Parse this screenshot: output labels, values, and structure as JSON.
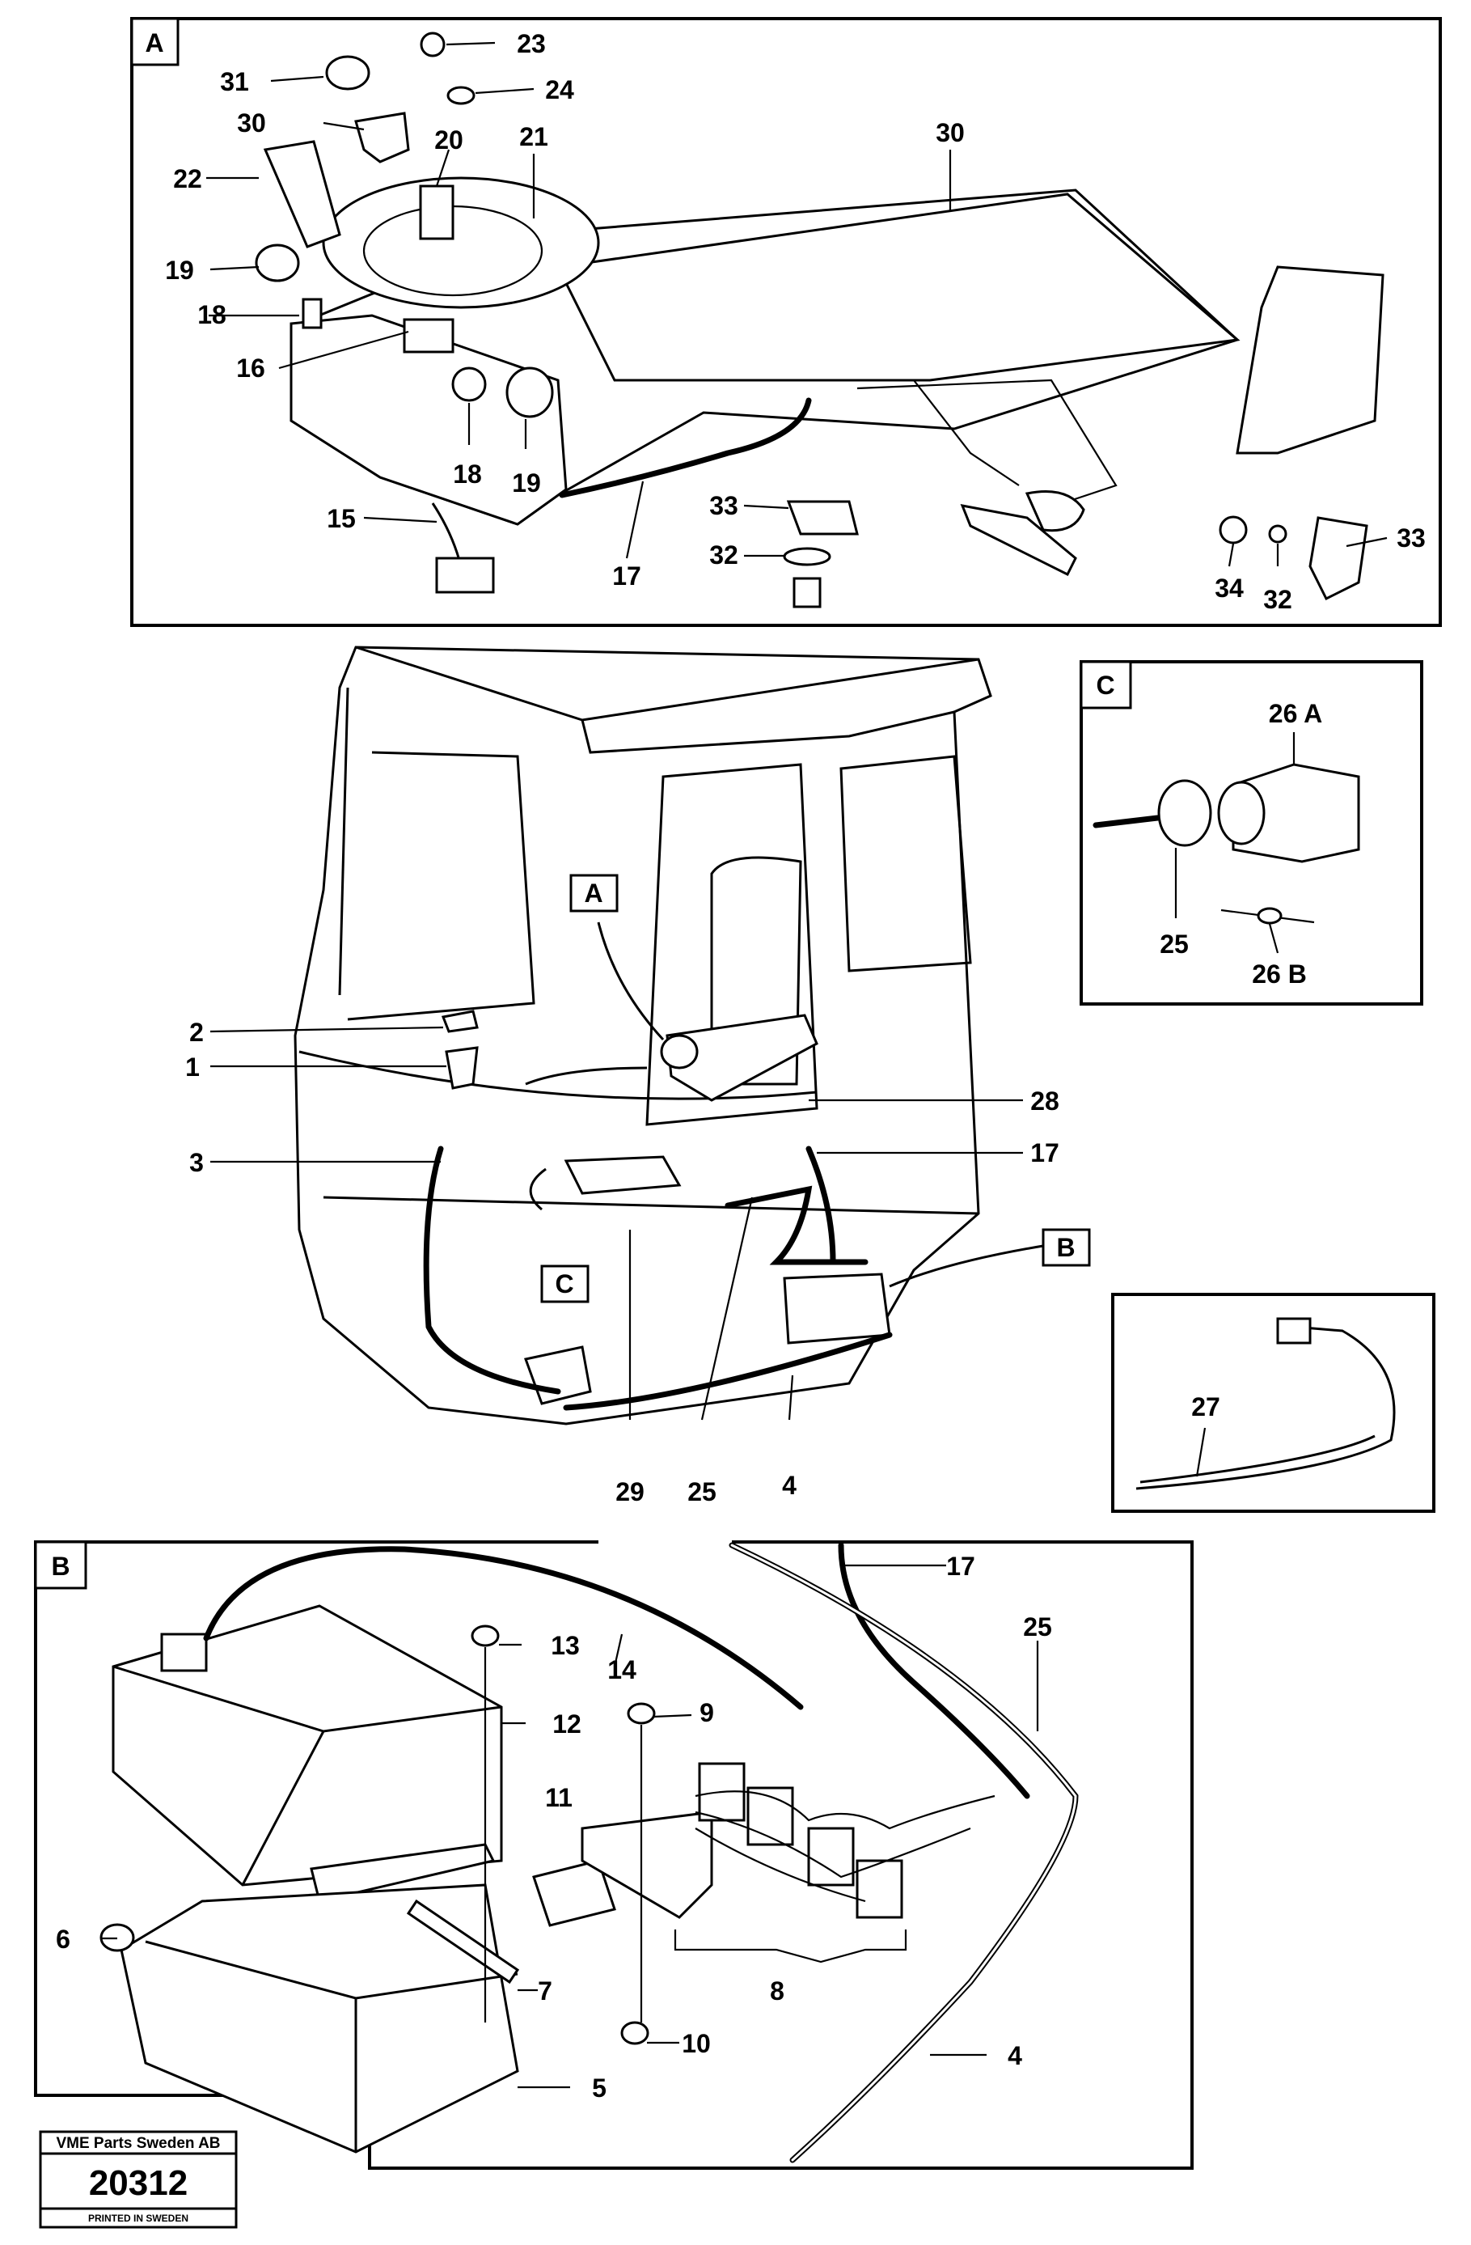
{
  "panels": {
    "A": {
      "tag": "A",
      "callouts": {
        "p31": "31",
        "p30a": "30",
        "p22": "22",
        "p19a": "19",
        "p18a": "18",
        "p16": "16",
        "p15": "15",
        "p23": "23",
        "p24": "24",
        "p20": "20",
        "p21": "21",
        "p30b": "30",
        "p18b": "18",
        "p19b": "19",
        "p17": "17",
        "p33a": "33",
        "p32a": "32",
        "p34": "34",
        "p32b": "32",
        "p33b": "33"
      }
    },
    "C": {
      "tag": "C",
      "callouts": {
        "p26a": "26 A",
        "p25": "25",
        "p26b": "26 B"
      }
    },
    "cab": {
      "tags": {
        "A": "A",
        "B": "B",
        "C": "C"
      },
      "callouts": {
        "p2": "2",
        "p1": "1",
        "p3": "3",
        "p28": "28",
        "p17": "17",
        "p29": "29",
        "p25": "25",
        "p4": "4"
      }
    },
    "cable27": {
      "callouts": {
        "p27": "27"
      }
    },
    "B": {
      "tag": "B",
      "callouts": {
        "p17": "17",
        "p25": "25",
        "p13": "13",
        "p14": "14",
        "p12": "12",
        "p9": "9",
        "p11": "11",
        "p6": "6",
        "p7": "7",
        "p8": "8",
        "p10": "10",
        "p4": "4",
        "p5": "5"
      }
    }
  },
  "stamp": {
    "company": "VME Parts Sweden AB",
    "number": "20312",
    "printed": "PRINTED IN SWEDEN"
  }
}
